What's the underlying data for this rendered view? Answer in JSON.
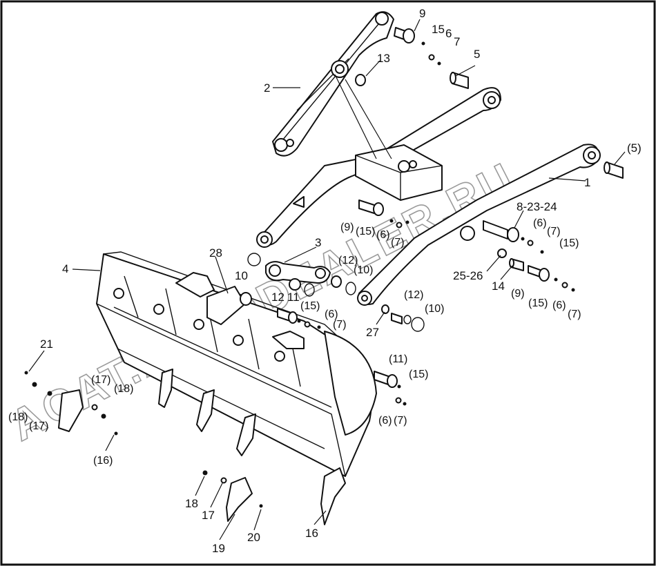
{
  "diagram": {
    "watermark": "ACAT.AUTODEALER.RU",
    "callouts": {
      "c1": "1",
      "c2": "2",
      "c3": "3",
      "c4": "4",
      "c5": "5",
      "c5p": "(5)",
      "c6": "6",
      "c7": "7",
      "c9": "9",
      "c13": "13",
      "c15": "15",
      "c8_23_24": "8-23-24",
      "c6p_a": "(6)",
      "c7p_a": "(7)",
      "c15p_a": "(15)",
      "c9p_a": "(9)",
      "c15p_b": "(15)",
      "c6p_b": "(6)",
      "c7p_b": "(7)",
      "c28": "28",
      "c10": "10",
      "c12": "12",
      "c11": "11",
      "c15p_c": "(15)",
      "c6p_c": "(6)",
      "c7p_c": "(7)",
      "c12p_a": "(12)",
      "c10p_a": "(10)",
      "c25_26": "25-26",
      "c14": "14",
      "c9p_b": "(9)",
      "c15p_d": "(15)",
      "c6p_d": "(6)",
      "c7p_d": "(7)",
      "c12p_b": "(12)",
      "c10p_b": "(10)",
      "c27": "27",
      "c11p": "(11)",
      "c15p_e": "(15)",
      "c6p_e": "(6)",
      "c7p_e": "(7)",
      "c21": "21",
      "c17p_a": "(17)",
      "c18p_a": "(18)",
      "c18p_b": "(18)",
      "c17p_b": "(17)",
      "c16p": "(16)",
      "c18": "18",
      "c17": "17",
      "c19": "19",
      "c20": "20",
      "c16": "16"
    }
  }
}
